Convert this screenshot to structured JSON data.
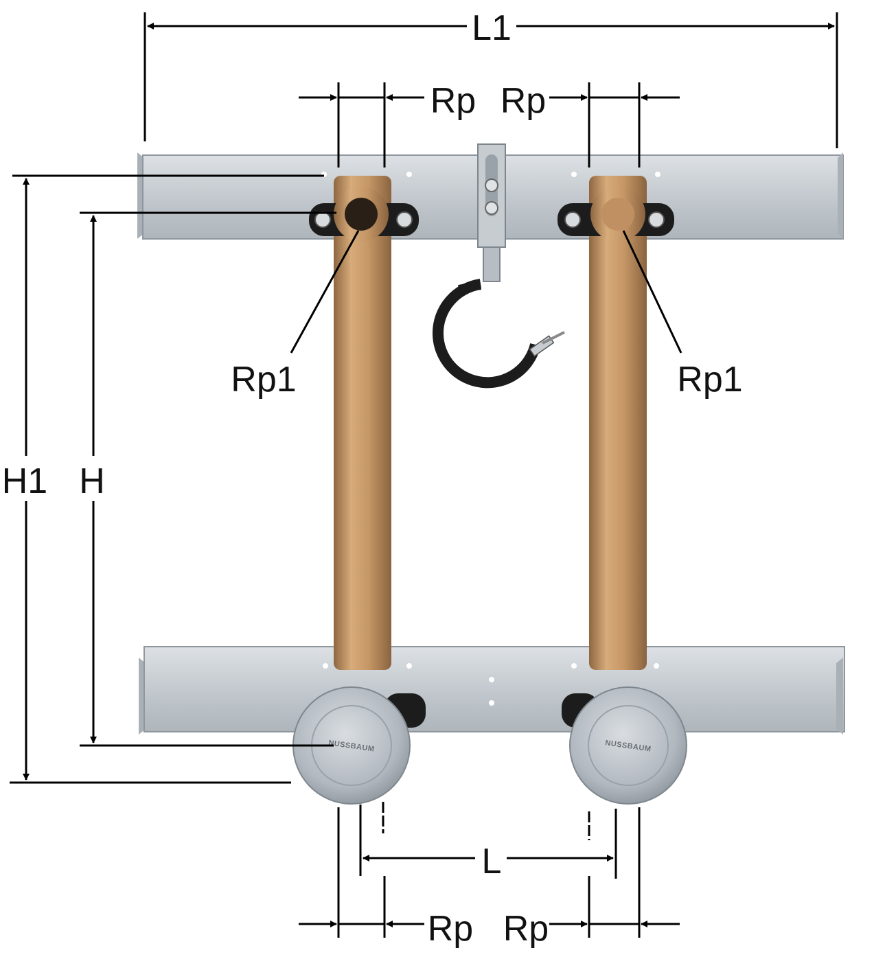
{
  "labels": {
    "L1": "L1",
    "L": "L",
    "H": "H",
    "H1": "H1",
    "rp": "Rp",
    "rp1": "Rp1"
  },
  "colors": {
    "rail": "#c9ced3",
    "rail_edge": "#8f979e",
    "brass": "#c79a6a",
    "brass_dark": "#9c7148",
    "cap": "#b5bcc3",
    "clip_rubber": "#1c1c1c"
  }
}
